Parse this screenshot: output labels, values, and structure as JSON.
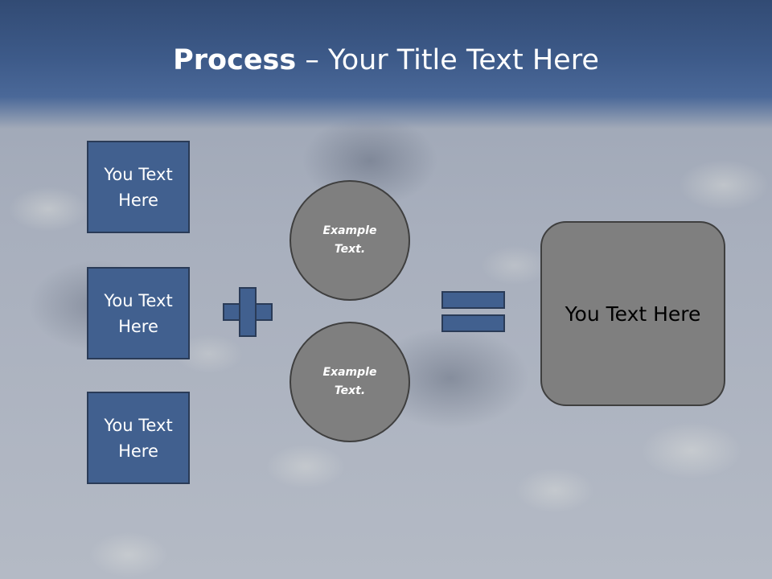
{
  "title": {
    "bold": "Process",
    "rest": " – Your Title Text Here"
  },
  "left_boxes": [
    {
      "label": "You Text Here"
    },
    {
      "label": "You Text Here"
    },
    {
      "label": "You Text Here"
    }
  ],
  "circles": [
    {
      "label": "Example Text."
    },
    {
      "label": "Example Text."
    }
  ],
  "result": {
    "label": "You Text Here"
  },
  "operators": {
    "plus": "plus-icon",
    "equals": "equals-icon"
  },
  "colors": {
    "header": "#3d5a89",
    "box_fill": "#41608f",
    "box_border": "#2a3b57",
    "circle_fill": "#7f7f7f",
    "circle_border": "#3f3f3f",
    "result_fill": "#7f7f7f"
  }
}
